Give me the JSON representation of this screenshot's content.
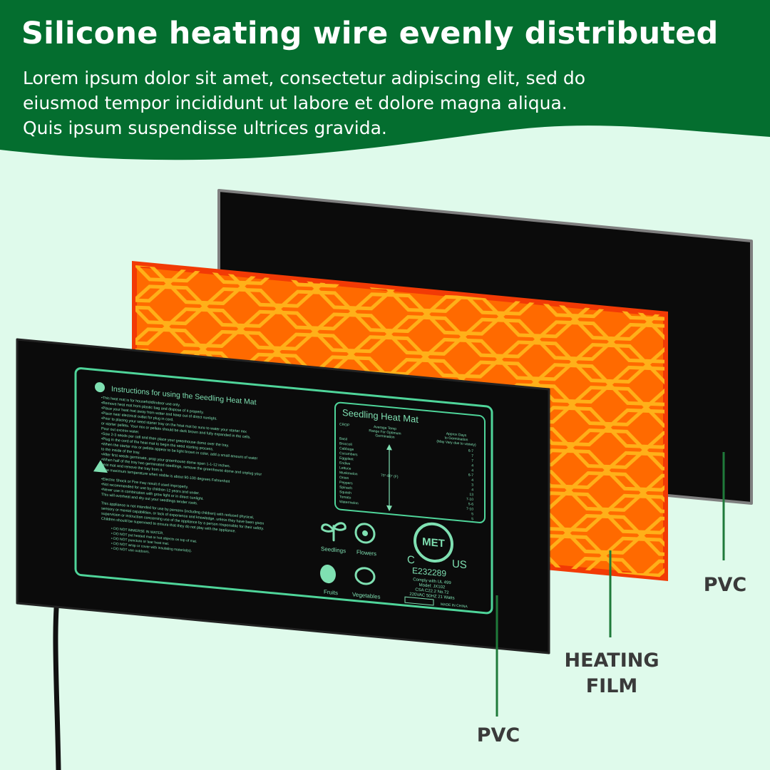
{
  "header": {
    "title": "Silicone heating wire evenly distributed",
    "lines": [
      "Lorem ipsum dolor sit amet, consectetur adipiscing elit, sed do",
      "eiusmod tempor incididunt ut labore et dolore magna aliqua.",
      "Quis ipsum suspendisse ultrices gravida."
    ]
  },
  "colors": {
    "banner_green": "#046e2f",
    "background": "#dffaeb",
    "film_orange": "#ff6a00",
    "film_border": "#f23a05",
    "mat_black": "#0b0b0b",
    "mat_print": "#7fe0b2",
    "leader_green": "#1f7a3a"
  },
  "layers": {
    "top": {
      "label": "PVC"
    },
    "middle": {
      "label_line1": "HEATING",
      "label_line2": "FILM"
    },
    "bottom": {
      "label": "PVC"
    }
  },
  "mat": {
    "instructions_title": "Instructions for using the Seedling Heat Mat",
    "instructions": [
      "•This heat mat is for household/indoor use only.",
      "•Remove heat mat from plastic bag and dispose of it properly.",
      "•Place your heat mat away from water and keep out of direct sunlight.",
      "•Place near electrical outlet for plug in cord.",
      "•Prior to placing your seed starter tray on the heat mat be sure to water your starter mix",
      "  or starter pellets. Your mix or pellets should be dark brown and fully expanded in the cells.",
      "  Pour out excess water.",
      "•Sow 2-3 seeds per cell and then place your greenhouse dome over the tray.",
      "•Plug in the cord of the heat mat to begin the seed starting process.",
      "•When the starter mix or pellets appear to be light brown in color, add a small amount of water",
      "  to the inside of the tray.",
      "•After first seeds germinate, prop your greenhouse dome open 1-1-12 inches.",
      "•When half of the tray has germinated seedlings, remove the greenhouse dome and unplug your",
      "  heat mat and remove the tray from it.",
      "•The maximum temperature when stable is about 90-100 degrees Fahrenheit"
    ],
    "warnings": [
      "•Electric Shock or Fire may result if used improperly.",
      "•Not recommended for use by children 12 years and under.",
      "•Never use in combination with grow light or in direct sunlight.",
      "  This will overheat and dry out your seedlings tender roots."
    ],
    "appliance_note": [
      "This appliance is not intended for use by persons (including children) with reduced physical,",
      "sensory or mental capabilities, or lack of experience and knowledge, unless they have been given",
      "supervision or instruction concerning use of the appliance by a person responsible for their safety.",
      "Children should be supervised to ensure that they do not play with the appliance."
    ],
    "do_not": [
      "• DO NOT IMMERSE IN WATER.",
      "• DO NOT put heated mat or hot objects on top of mat.",
      "• DO NOT puncture or tear heat mat.",
      "• DO NOT wrap or cover with insulating material(s).",
      "• DO NOT use outdoors."
    ],
    "table_title": "Seedling Heat Mat",
    "col_crop": "CROP",
    "col_temp": "Average Temp",
    "col_temp2": "Range For Optimum",
    "col_temp3": "Germination",
    "col_days": "Approx Days",
    "col_days2": "to Germination",
    "col_days3": "(May Vary due to variety)",
    "temp_range": "70°-80° (F)",
    "crops": [
      "Basil",
      "Broccoli",
      "Cabbage",
      "Cucumbers",
      "Eggplant",
      "Endive",
      "Lettuce",
      "Muskmelon",
      "Onion",
      "Peppers",
      "Spinach",
      "Squash",
      "Tomato",
      "Watermelon"
    ],
    "days": [
      "6-7",
      "7",
      "7",
      "4",
      "4",
      "6-7",
      "4",
      "3",
      "4",
      "13",
      "7-10",
      "5-6",
      "7-10",
      "5",
      "5"
    ],
    "icons": [
      "Seedlings",
      "Flowers",
      "Fruits",
      "Vegetables"
    ],
    "met_logo": "MET",
    "met_c": "C",
    "met_us": "US",
    "cert_code": "E232289",
    "cert_lines": [
      "Comply with UL 499",
      "Model: JX102",
      "CSA C22.2 No.72",
      "220VAC 50HZ 21 Watts"
    ],
    "made_in": "MADE IN CHINA"
  }
}
